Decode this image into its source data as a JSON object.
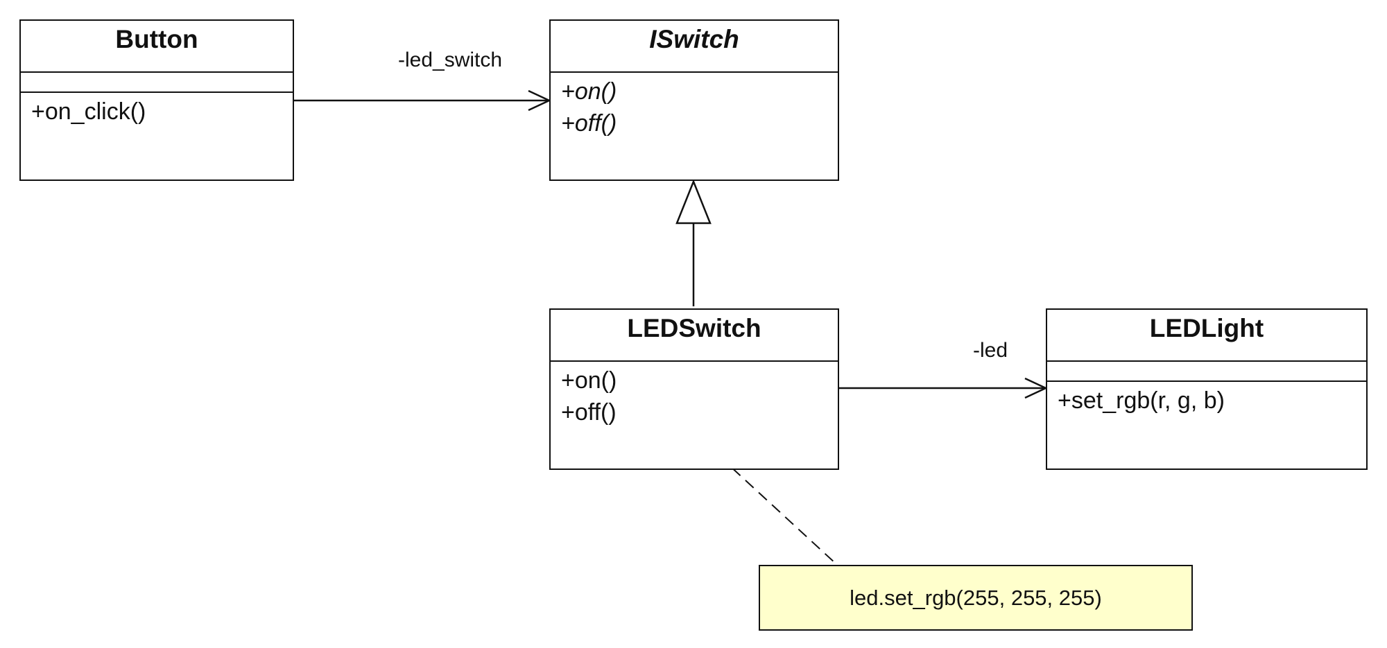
{
  "diagram": {
    "note_fill": "#ffffcc",
    "line_color": "#111111",
    "classes": {
      "button": {
        "name": "Button",
        "operations": [
          "+on_click()"
        ]
      },
      "iswitch": {
        "name": "ISwitch",
        "abstract": true,
        "operations": [
          "+on()",
          "+off()"
        ]
      },
      "ledswitch": {
        "name": "LEDSwitch",
        "operations": [
          "+on()",
          "+off()"
        ]
      },
      "ledlight": {
        "name": "LEDLight",
        "operations": [
          "+set_rgb(r, g, b)"
        ]
      }
    },
    "associations": {
      "button_to_iswitch": {
        "role": "-led_switch"
      },
      "ledswitch_to_ledlight": {
        "role": "-led"
      }
    },
    "note": {
      "text": "led.set_rgb(255, 255, 255)"
    }
  }
}
